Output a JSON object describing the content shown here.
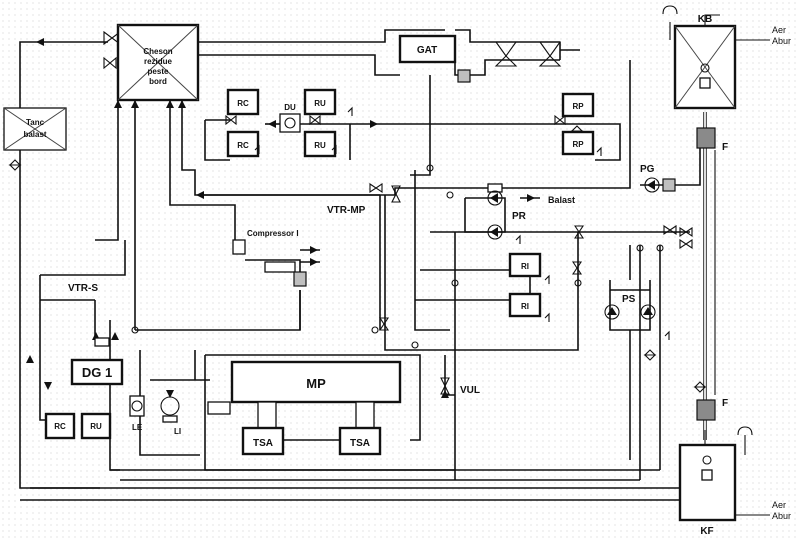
{
  "labels": {
    "tank_scraps": "Cheson rezidue peste bord",
    "tank_ballast": "Tanc balast",
    "gat": "GAT",
    "kb": "KB",
    "kf": "KF",
    "aer_apa_top": "Aer Abur",
    "aer_apa_bottom": "Aer Abur",
    "rc1": "RC",
    "rc2": "RC",
    "ru1": "RU",
    "ru2": "RU",
    "du": "DU",
    "rp1": "RP",
    "rp2": "RP",
    "pg": "PG",
    "f_top": "F",
    "f_bottom": "F",
    "vtr_mp": "VTR-MP",
    "pr": "PR",
    "balast": "Balast",
    "compressor": "Compressor I",
    "ri1": "RI",
    "ri2": "RI",
    "ps": "PS",
    "vtr_s": "VTR-S",
    "dg1": "DG 1",
    "mp": "MP",
    "vul": "VUL",
    "rc_small": "RC",
    "ru_small": "RU",
    "le": "LE",
    "li": "LI",
    "tsa1": "TSA",
    "tsa2": "TSA"
  }
}
